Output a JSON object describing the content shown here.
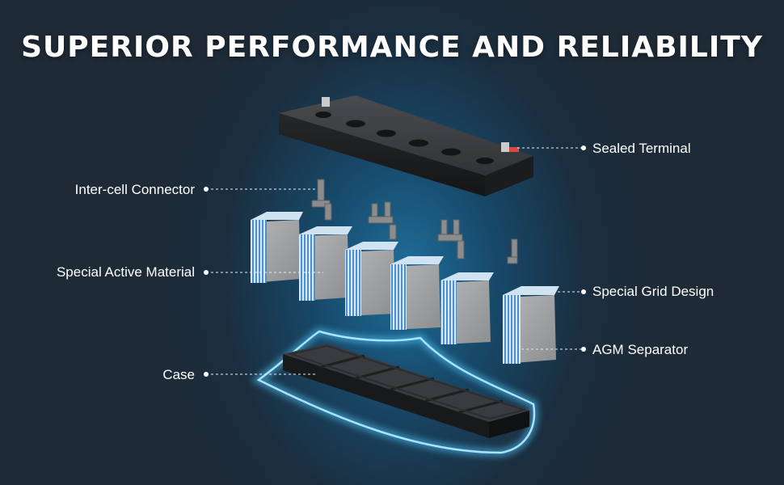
{
  "title": "SUPERIOR PERFORMANCE AND RELIABILITY",
  "callouts": {
    "sealed_terminal": "Sealed Terminal",
    "inter_cell_connector": "Inter-cell Connector",
    "special_active_material": "Special Active Material",
    "special_grid_design": "Special Grid Design",
    "agm_separator": "AGM Separator",
    "case": "Case"
  },
  "colors": {
    "glow": "#4fc3f7",
    "plate_gray": "#9a9c9e",
    "plate_blue": "#6fb4e6",
    "housing": "#2a2b2d"
  }
}
